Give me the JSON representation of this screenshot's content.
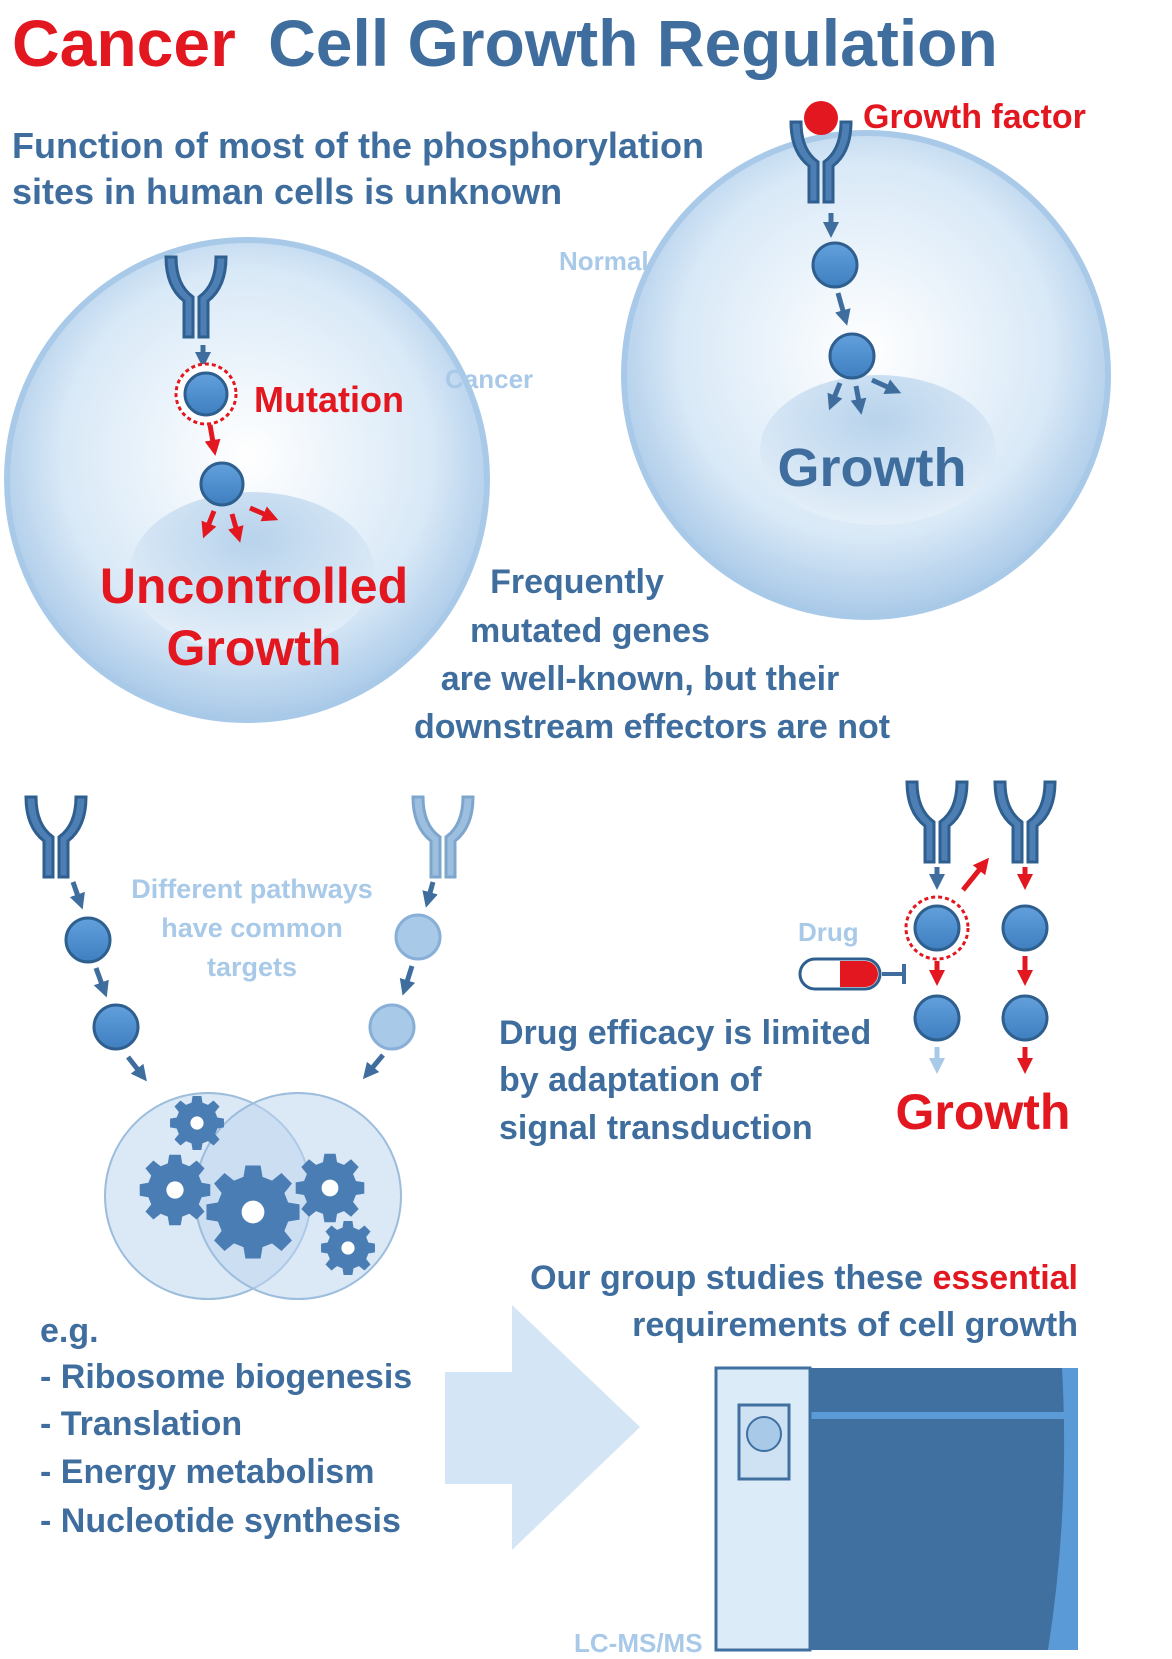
{
  "title": {
    "red_part": "Cancer",
    "blue_part": "Cell Growth Regulation"
  },
  "intro_text": [
    "Function of most of the phosphorylation",
    "sites in human cells is unknown"
  ],
  "normal_cell": {
    "label": "Normal",
    "growth_factor_label": "Growth factor",
    "outcome": "Growth"
  },
  "cancer_cell": {
    "label": "Cancer",
    "mutation_label": "Mutation",
    "outcome": [
      "Uncontrolled",
      "Growth"
    ]
  },
  "mutated_genes_text": [
    "Frequently",
    "mutated genes",
    "are well-known, but their",
    "downstream effectors are not"
  ],
  "pathways_text": [
    "Different pathways",
    "have common",
    "targets"
  ],
  "drug_panel": {
    "drug_label": "Drug",
    "efficacy_text": [
      "Drug efficacy is limited",
      "by adaptation of",
      "signal transduction"
    ],
    "outcome": "Growth"
  },
  "examples": {
    "heading": "e.g.",
    "items": [
      "- Ribosome biogenesis",
      "- Translation",
      "- Energy metabolism",
      "- Nucleotide synthesis"
    ]
  },
  "group_statement": {
    "line1_prefix": "Our group studies these ",
    "line1_highlight": "essential",
    "line2": "requirements of cell growth"
  },
  "instrument_label": "LC-MS/MS",
  "colors": {
    "red": "#e3171f",
    "blue": "#3f6e9e",
    "node_blue": "#4e8fd0",
    "pale_blue": "#a9c9e8",
    "cell_fill": "#d2e5f5"
  }
}
